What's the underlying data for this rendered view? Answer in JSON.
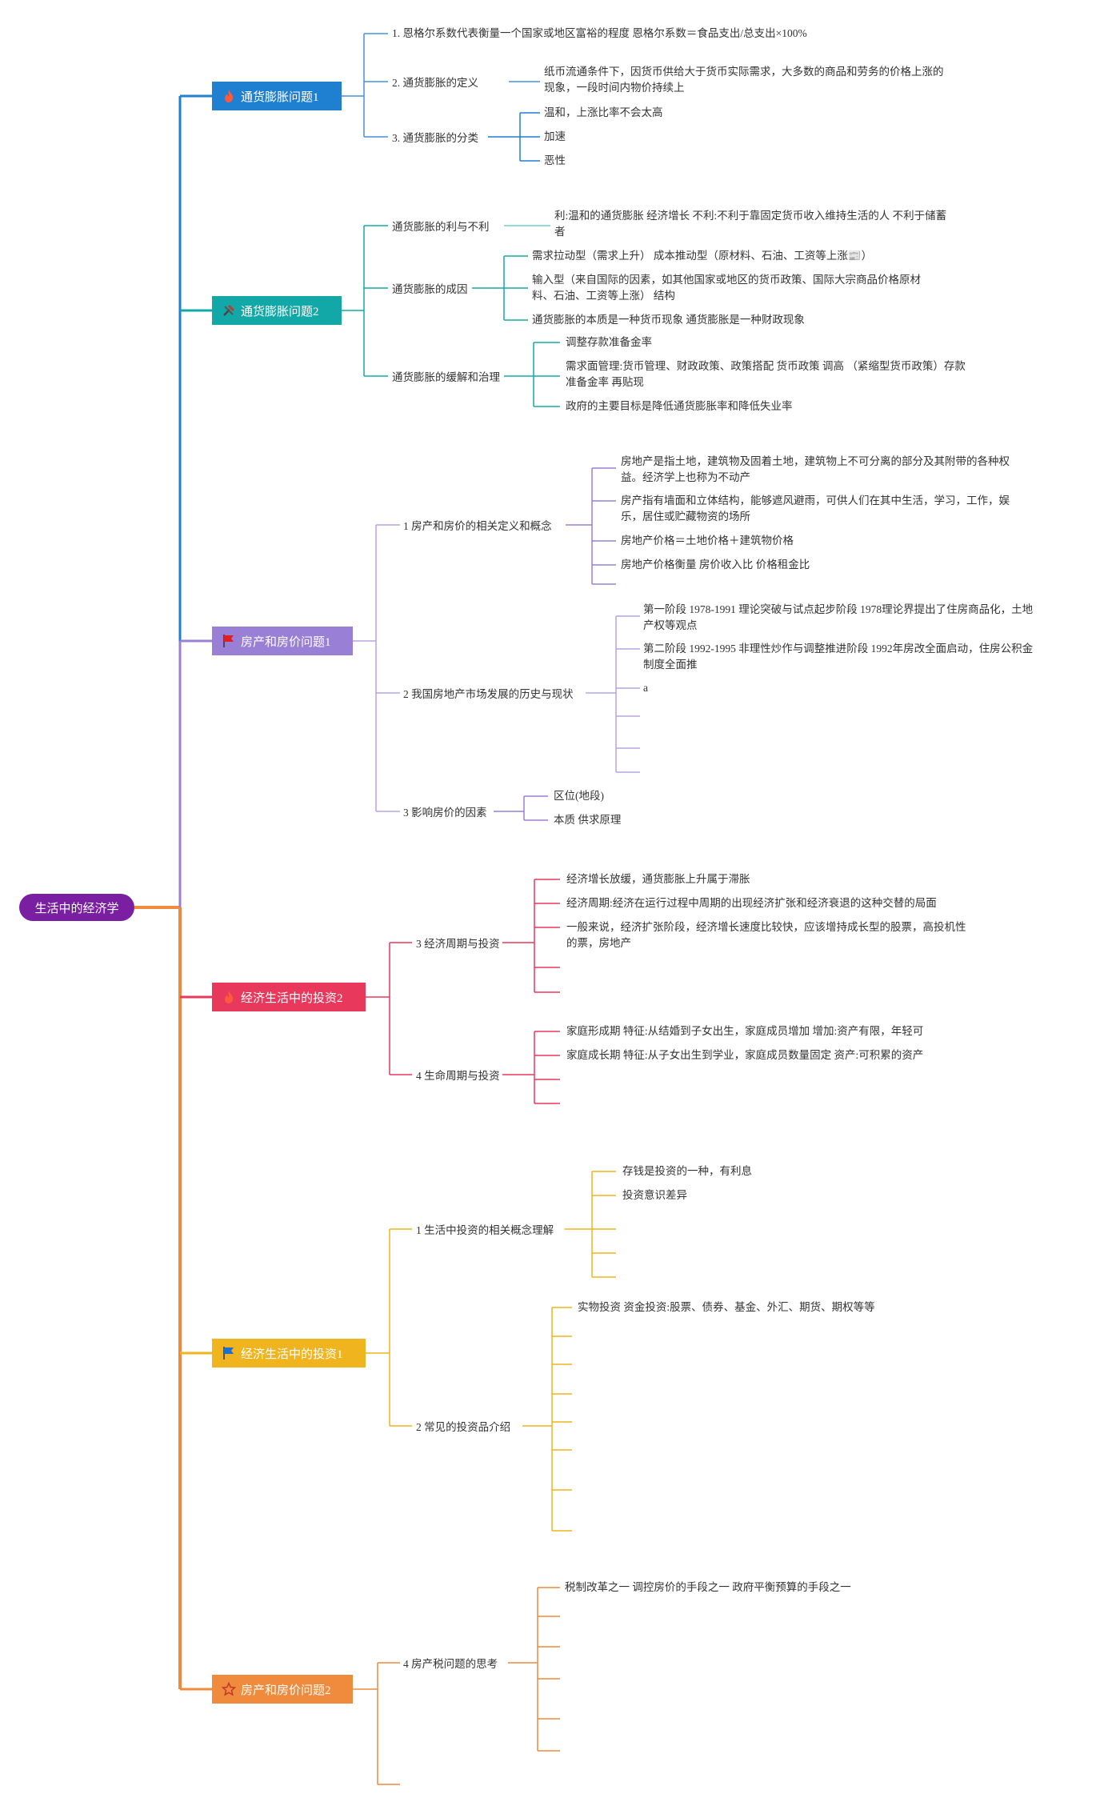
{
  "root": "生活中的经济学",
  "topics": [
    {
      "title": "通货膨胀问题1",
      "color": "#1f7fd1",
      "icon": "fire-icon",
      "subs": [
        {
          "label": "1. 恩格尔系数代表衡量一个国家或地区富裕的程度 恩格尔系数＝食品支出/总支出×100%",
          "leaves": []
        },
        {
          "label": "2. 通货膨胀的定义",
          "leaves": [
            "纸币流通条件下，因货币供给大于货币实际需求，大多数的商品和劳务的价格上涨的现象，一段时间内物价持续上"
          ]
        },
        {
          "label": "3. 通货膨胀的分类",
          "leaves": [
            "温和，上涨比率不会太高",
            "加速",
            "恶性"
          ]
        }
      ]
    },
    {
      "title": "通货膨胀问题2",
      "color": "#13a8a8",
      "icon": "tools-icon",
      "subs": [
        {
          "label": "通货膨胀的利与不利",
          "leaves": [
            "利:温和的通货膨胀 经济增长 不利:不利于靠固定货币收入维持生活的人 不利于储蓄者"
          ]
        },
        {
          "label": "通货膨胀的成因",
          "leaves": [
            "需求拉动型（需求上升） 成本推动型（原材料、石油、工资等上涨📰）",
            "输入型（来自国际的因素，如其他国家或地区的货币政策、国际大宗商品价格原材料、石油、工资等上涨） 结构",
            "通货膨胀的本质是一种货币现象 通货膨胀是一种财政现象"
          ]
        },
        {
          "label": "通货膨胀的缓解和治理",
          "leaves": [
            "调整存款准备金率",
            "需求面管理:货币管理、财政政策、政策搭配 货币政策 调高 （紧缩型货币政策）存款准备金率 再贴现",
            "政府的主要目标是降低通货膨胀率和降低失业率"
          ]
        }
      ]
    },
    {
      "title": "房产和房价问题1",
      "color": "#9a7fd6",
      "icon": "flag-icon",
      "subs": [
        {
          "label": "1 房产和房价的相关定义和概念",
          "leaves": [
            "房地产是指土地，建筑物及固着土地，建筑物上不可分离的部分及其附带的各种权益。经济学上也称为不动产",
            "房产指有墙面和立体结构，能够遮风避雨，可供人们在其中生活，学习，工作，娱乐，居住或贮藏物资的场所",
            "房地产价格＝土地价格＋建筑物价格",
            "房地产价格衡量 房价收入比 价格租金比"
          ]
        },
        {
          "label": "2 我国房地产市场发展的历史与现状",
          "leaves": [
            "第一阶段 1978-1991 理论突破与试点起步阶段 1978理论界提出了住房商品化，土地产权等观点",
            "第二阶段 1992-1995 非理性炒作与调整推进阶段 1992年房改全面启动，住房公积金制度全面推",
            "a",
            "",
            "",
            ""
          ]
        },
        {
          "label": "3 影响房价的因素",
          "leaves": [
            "区位(地段)",
            "本质 供求原理"
          ]
        }
      ]
    },
    {
      "title": "经济生活中的投资2",
      "color": "#e8395c",
      "icon": "fire-icon",
      "subs": [
        {
          "label": "3 经济周期与投资",
          "leaves": [
            "经济增长放缓，通货膨胀上升属于滞胀",
            "经济周期:经济在运行过程中周期的出现经济扩张和经济衰退的这种交替的局面",
            "一般来说，经济扩张阶段，经济增长速度比较快，应该增持成长型的股票，高投机性的票，房地产",
            "",
            ""
          ]
        },
        {
          "label": "4 生命周期与投资",
          "leaves": [
            "家庭形成期 特征:从结婚到子女出生，家庭成员增加 增加:资产有限，年轻可",
            "家庭成长期 特征:从子女出生到学业，家庭成员数量固定 资产:可积累的资产",
            "",
            ""
          ]
        }
      ]
    },
    {
      "title": "经济生活中的投资1",
      "color": "#f0b41e",
      "icon": "flag-icon",
      "subs": [
        {
          "label": "1 生活中投资的相关概念理解",
          "leaves": [
            "存钱是投资的一种，有利息",
            "投资意识差异",
            "",
            "",
            ""
          ]
        },
        {
          "label": "2 常见的投资品介绍",
          "leaves": [
            "实物投资 资金投资:股票、债券、基金、外汇、期货、期权等等",
            "",
            "",
            "",
            "",
            "",
            ""
          ]
        }
      ]
    },
    {
      "title": "房产和房价问题2",
      "color": "#f08a3c",
      "icon": "star-icon",
      "subs": [
        {
          "label": "4 房产税问题的思考",
          "leaves": [
            "税制改革之一 调控房价的手段之一 政府平衡预算的手段之一",
            "",
            "",
            "",
            "",
            ""
          ]
        },
        {
          "label": "",
          "leaves": []
        }
      ]
    }
  ]
}
